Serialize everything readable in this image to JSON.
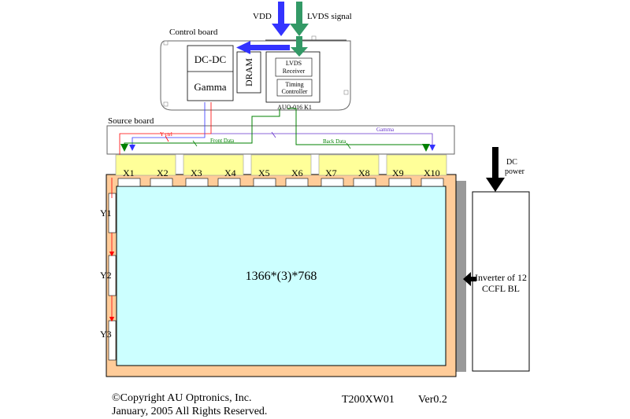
{
  "inputs": {
    "vdd": "VDD",
    "lvds_signal": "LVDS signal"
  },
  "control_board": {
    "label": "Control board",
    "dcdc": "DC-DC",
    "gamma": "Gamma",
    "dram": "DRAM",
    "lvds_receiver": [
      "LVDS",
      "Receiver"
    ],
    "timing_controller": [
      "Timing",
      "Controller"
    ],
    "chip": "AUO-016  K1"
  },
  "source_board": {
    "label": "Source board",
    "y_ctrl": "Y ctrl",
    "front_data": "Front Data",
    "back_data": "Back Data",
    "gamma": "Gamma"
  },
  "x_drivers": [
    "X1",
    "X2",
    "X3",
    "X4",
    "X5",
    "X6",
    "X7",
    "X8",
    "X9",
    "X10"
  ],
  "y_drivers": [
    "Y1",
    "Y2",
    "Y3"
  ],
  "panel": {
    "resolution": "1366*(3)*768"
  },
  "dc_power": [
    "DC",
    "power"
  ],
  "inverter": [
    "Inverter of 12",
    "CCFL BL"
  ],
  "footer": {
    "copyright": "©Copyright AU Optronics, Inc.",
    "rights": "January, 2005 All Rights Reserved.",
    "model": "T200XW01",
    "version": "Ver0.2"
  },
  "colors": {
    "panel_fill": "#ccffff",
    "bezel_fill": "#ffcc99",
    "driver_fill": "#ffff99",
    "arrow_blue": "#3333ff",
    "arrow_green": "#339966",
    "line_red": "#ff0000",
    "line_green": "#008000",
    "line_purple": "#6633cc"
  }
}
